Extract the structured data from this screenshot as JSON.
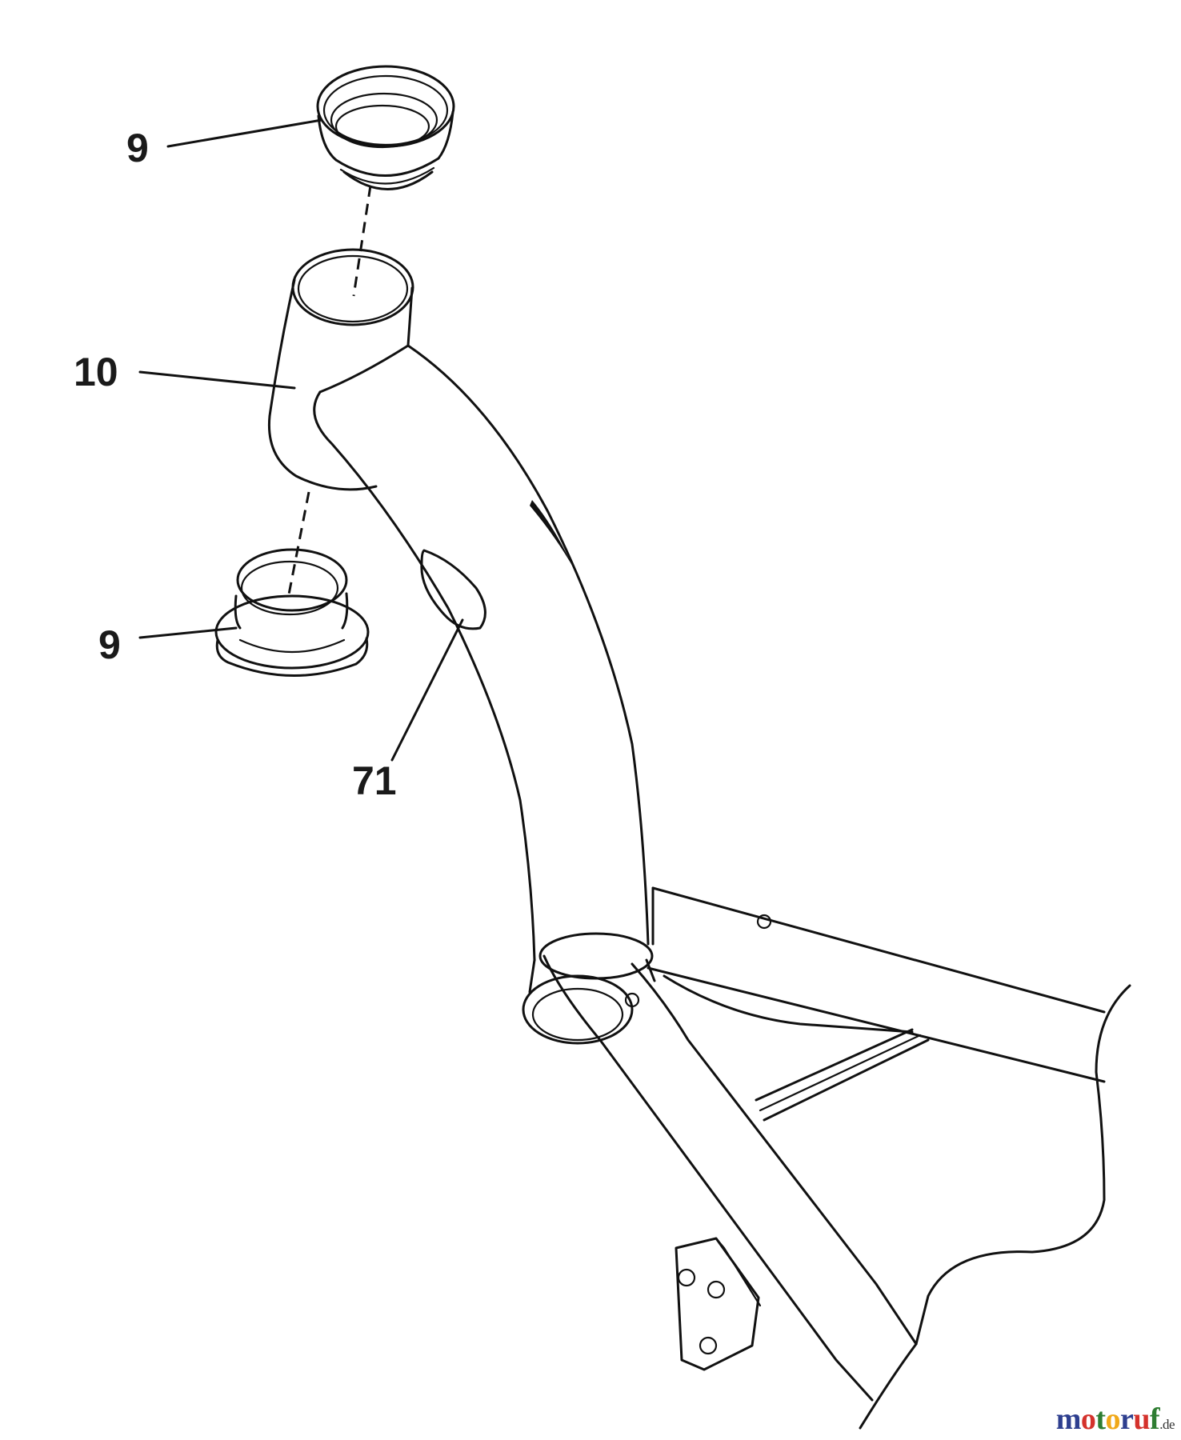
{
  "callouts": {
    "upper_bearing": "9",
    "head_tube": "10",
    "lower_bearing": "9",
    "decal": "71"
  },
  "watermark": {
    "letters": [
      {
        "char": "m",
        "color": "#2e3f8f"
      },
      {
        "char": "o",
        "color": "#d4322c"
      },
      {
        "char": "t",
        "color": "#2e7d32"
      },
      {
        "char": "o",
        "color": "#f0a818"
      },
      {
        "char": "r",
        "color": "#2e3f8f"
      },
      {
        "char": "u",
        "color": "#d4322c"
      },
      {
        "char": "f",
        "color": "#2e7d32"
      }
    ],
    "tld": ".de"
  },
  "colors": {
    "line": "#111111",
    "background": "#ffffff"
  }
}
